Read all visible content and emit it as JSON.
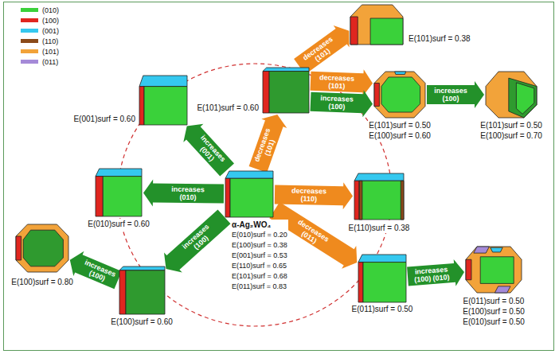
{
  "diagram": {
    "nodes": [
      {
        "text": [
          "α-Ag₂WO₄",
          "E(010)surf = 0.20",
          "E(100)surf = 0.38",
          "E(001)surf = 0.53",
          "E(110)surf = 0.65",
          "E(101)surf = 0.68",
          "E(011)surf = 0.83"
        ]
      },
      {
        "text": [
          "E(001)surf = 0.60"
        ]
      },
      {
        "text": [
          "E(010)surf = 0.60"
        ]
      },
      {
        "text": [
          "E(100)surf = 0.60"
        ]
      },
      {
        "text": [
          "E(100)surf = 0.80"
        ]
      },
      {
        "text": [
          "E(101)surf = 0.60"
        ]
      },
      {
        "text": [
          "E(101)surf = 0.38"
        ]
      },
      {
        "text": [
          "E(101)surf = 0.50",
          "E(100)surf = 0.60"
        ]
      },
      {
        "text": [
          "E(101)surf = 0.50",
          "E(100)surf = 0.70"
        ]
      },
      {
        "text": [
          "E(110)surf = 0.38"
        ]
      },
      {
        "text": [
          "E(011)surf = 0.50"
        ]
      },
      {
        "text": [
          "E(011)surf = 0.50",
          "E(100)surf = 0.50",
          "E(010)surf = 0.50"
        ]
      }
    ],
    "edges": [
      {
        "from": 0,
        "to": 1,
        "label": "increases (001)",
        "arrow": "to"
      },
      {
        "from": 0,
        "to": 2,
        "label": "increases (010)",
        "arrow": "to"
      },
      {
        "from": 0,
        "to": 3,
        "label": "increases (100)",
        "arrow": "to"
      },
      {
        "from": 3,
        "to": 4,
        "label": "increases (100)",
        "arrow": "to"
      },
      {
        "from": 0,
        "to": 5,
        "label": "decreases (101)",
        "arrow": "to"
      },
      {
        "from": 5,
        "to": 6,
        "label": "decreases (101)",
        "arrow": "to"
      },
      {
        "from": 5,
        "to": 7,
        "label": "decreases (101)",
        "arrow": "to"
      },
      {
        "from": 5,
        "to": 7,
        "label": "increases (100)",
        "arrow": "to"
      },
      {
        "from": 7,
        "to": 8,
        "label": "increases (100)",
        "arrow": "to"
      },
      {
        "from": 0,
        "to": 9,
        "label": "decreases (110)",
        "arrow": "to"
      },
      {
        "from": 0,
        "to": 10,
        "label": "decreases (011)",
        "arrow": "to"
      },
      {
        "from": 10,
        "to": 11,
        "label": "increases (100) (010)",
        "arrow": "to"
      }
    ],
    "legend": [
      {
        "text": "(010)",
        "color": "#3ad13a"
      },
      {
        "text": "(100)",
        "color": "#e0261f"
      },
      {
        "text": "(001)",
        "color": "#35c8ef"
      },
      {
        "text": "(110)",
        "color": "#8b4a1a"
      },
      {
        "text": "(101)",
        "color": "#f2a33a"
      },
      {
        "text": "(011)",
        "color": "#a58ad8"
      }
    ]
  }
}
